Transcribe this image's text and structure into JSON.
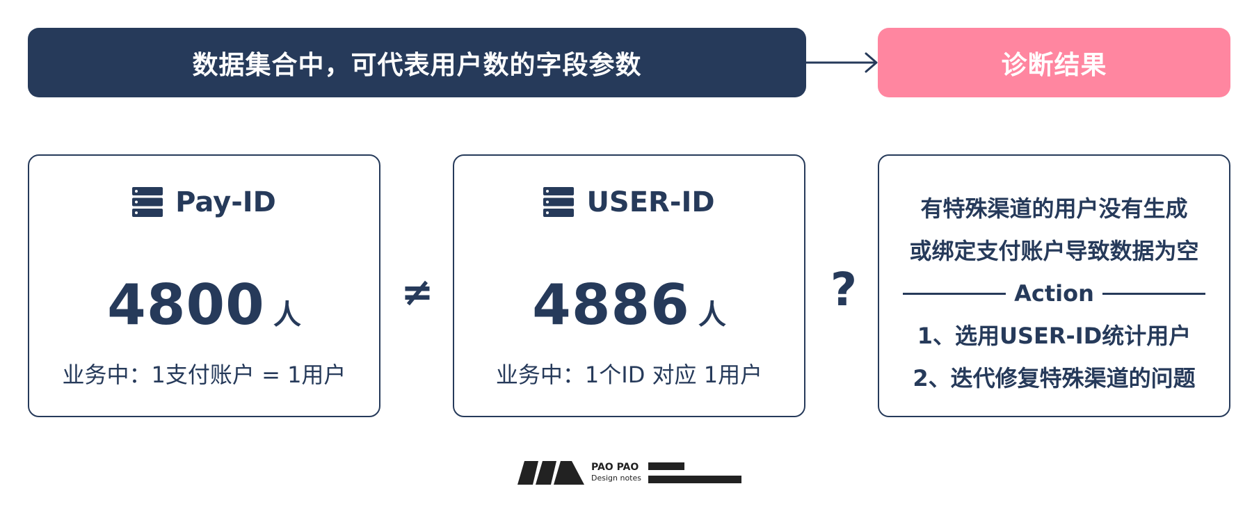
{
  "header": {
    "left_title": "数据集合中，可代表用户数的字段参数",
    "right_title": "诊断结果"
  },
  "cards": [
    {
      "title": "Pay-ID",
      "value": "4800",
      "unit": "人",
      "note": "业务中：1支付账户 = 1用户",
      "icon": "database-icon"
    },
    {
      "title": "USER-ID",
      "value": "4886",
      "unit": "人",
      "note": "业务中：1个ID 对应 1用户",
      "icon": "database-icon"
    }
  ],
  "symbols": {
    "not_equal": "≠",
    "question": "?"
  },
  "diagnosis": {
    "line1": "有特殊渠道的用户没有生成",
    "line2": "或绑定支付账户导致数据为空",
    "action_label": "Action",
    "step1": "1、选用USER-ID统计用户",
    "step2": "2、迭代修复特殊渠道的问题"
  },
  "footer": {
    "brand_line1": "PAO PAO",
    "brand_line2": "Design notes"
  },
  "colors": {
    "navy": "#263a5a",
    "pink": "#ff86a0"
  }
}
